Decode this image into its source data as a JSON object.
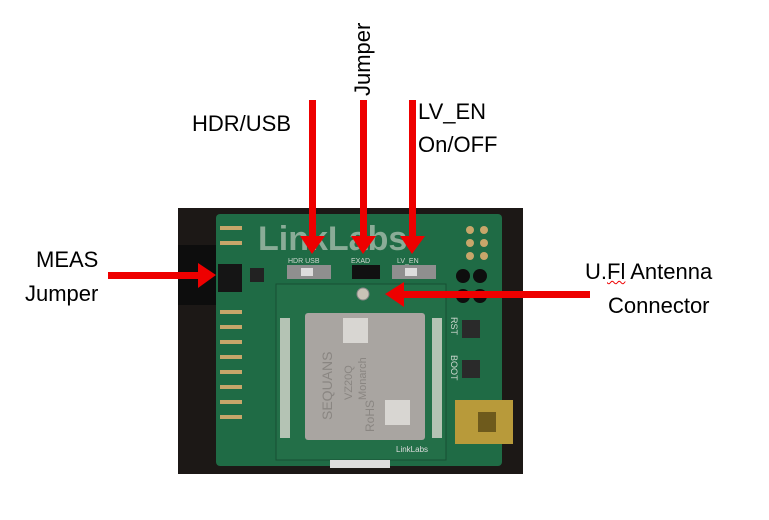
{
  "labels": {
    "hdr_usb": "HDR/USB",
    "jumper_top": "Jumper",
    "lv_en_line1": "LV_EN",
    "lv_en_line2": "On/OFF",
    "meas_line1": "MEAS",
    "meas_line2": "Jumper",
    "antenna_line1_prefix": "U.",
    "antenna_line1_flagged": "Fl",
    "antenna_line1_suffix": " Antenna",
    "antenna_line2": "Connector"
  },
  "board_text": {
    "logo": "LinkLabs",
    "module_brand": "SEQUANS",
    "module_model": "VZ20Q",
    "module_name": "Monarch",
    "rohs": "RoHS",
    "small_logo": "LinkLabs",
    "switch1": "HDR USB",
    "switch2": "LV_EN",
    "jumper_silk": "EXAD",
    "rst": "RST",
    "boot": "BOOT"
  },
  "colors": {
    "arrow": "#ee0000",
    "board": "#1f6b45",
    "background_photo": "#1a1614"
  }
}
